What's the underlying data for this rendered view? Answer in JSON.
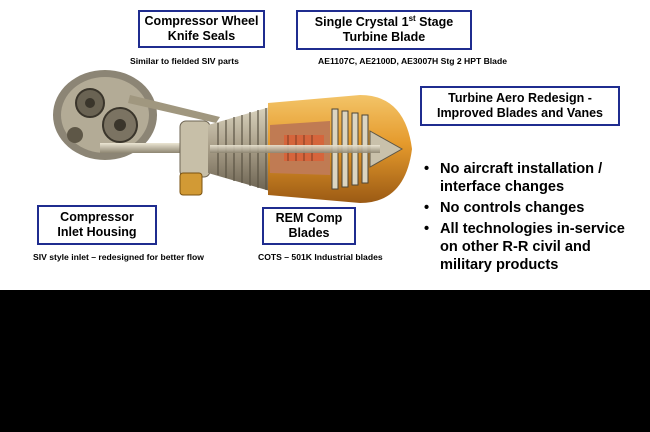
{
  "callouts": {
    "compressor_wheel": {
      "line1": "Compressor Wheel",
      "line2": "Knife Seals"
    },
    "single_crystal": {
      "pre": "Single Crystal 1",
      "sup": "st",
      "post": " Stage",
      "line2": "Turbine Blade"
    },
    "turbine_aero": {
      "line1": "Turbine Aero Redesign  -",
      "line2": "Improved Blades and Vanes"
    },
    "compressor_inlet": {
      "line1": "Compressor",
      "line2": "Inlet Housing"
    },
    "rem_comp": {
      "line1": "REM Comp",
      "line2": "Blades"
    }
  },
  "notes": {
    "compressor_wheel": "Similar to fielded SIV parts",
    "single_crystal": "AE1107C, AE2100D, AE3007H Stg 2 HPT Blade",
    "compressor_inlet": "SIV style inlet – redesigned for better flow",
    "rem_comp": "COTS – 501K Industrial blades"
  },
  "bullets": [
    "No aircraft installation / interface changes",
    "No controls changes",
    "All technologies in-service on other R-R civil and military products"
  ],
  "colors": {
    "callout_border": "#1f2c8f",
    "background": "#ffffff",
    "band": "#000000"
  }
}
